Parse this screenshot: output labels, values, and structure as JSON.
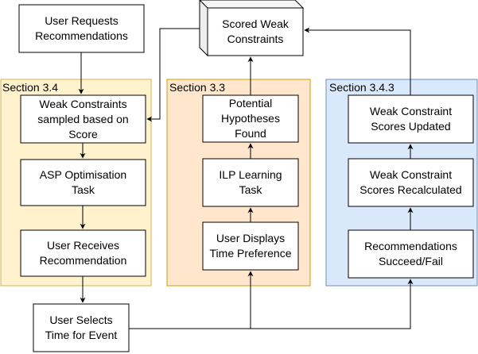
{
  "colors": {
    "section_3_4_fill": "#fff2cc",
    "section_3_4_stroke": "#d6b656",
    "section_3_3_fill": "#ffe6cc",
    "section_3_3_stroke": "#d79b00",
    "section_3_4_3_fill": "#dae8fc",
    "section_3_4_3_stroke": "#6c8ebf",
    "node_fill": "#ffffff",
    "line": "#000000"
  },
  "sections": {
    "s34": {
      "label": "Section 3.4"
    },
    "s33": {
      "label": "Section 3.3"
    },
    "s343": {
      "label": "Section 3.4.3"
    }
  },
  "nodes": {
    "user_requests": {
      "label": "User Requests\nRecommendations"
    },
    "scored_weak": {
      "label": "Scored Weak\nConstraints"
    },
    "weak_sampled": {
      "label": "Weak Constraints\nsampled based on\nScore"
    },
    "asp_task": {
      "label": "ASP Optimisation\nTask"
    },
    "user_receives": {
      "label": "User Receives\nRecommendation"
    },
    "potential_hyp": {
      "label": "Potential\nHypotheses\nFound"
    },
    "ilp_task": {
      "label": "ILP Learning\nTask"
    },
    "user_displays": {
      "label": "User Displays\nTime Preference"
    },
    "scores_updated": {
      "label": "Weak Constraint\nScores Updated"
    },
    "scores_recalc": {
      "label": "Weak Constraint\nScores Recalculated"
    },
    "rec_succeed": {
      "label": "Recommendations\nSucceed/Fail"
    },
    "user_selects": {
      "label": "User Selects\nTime for Event"
    }
  }
}
